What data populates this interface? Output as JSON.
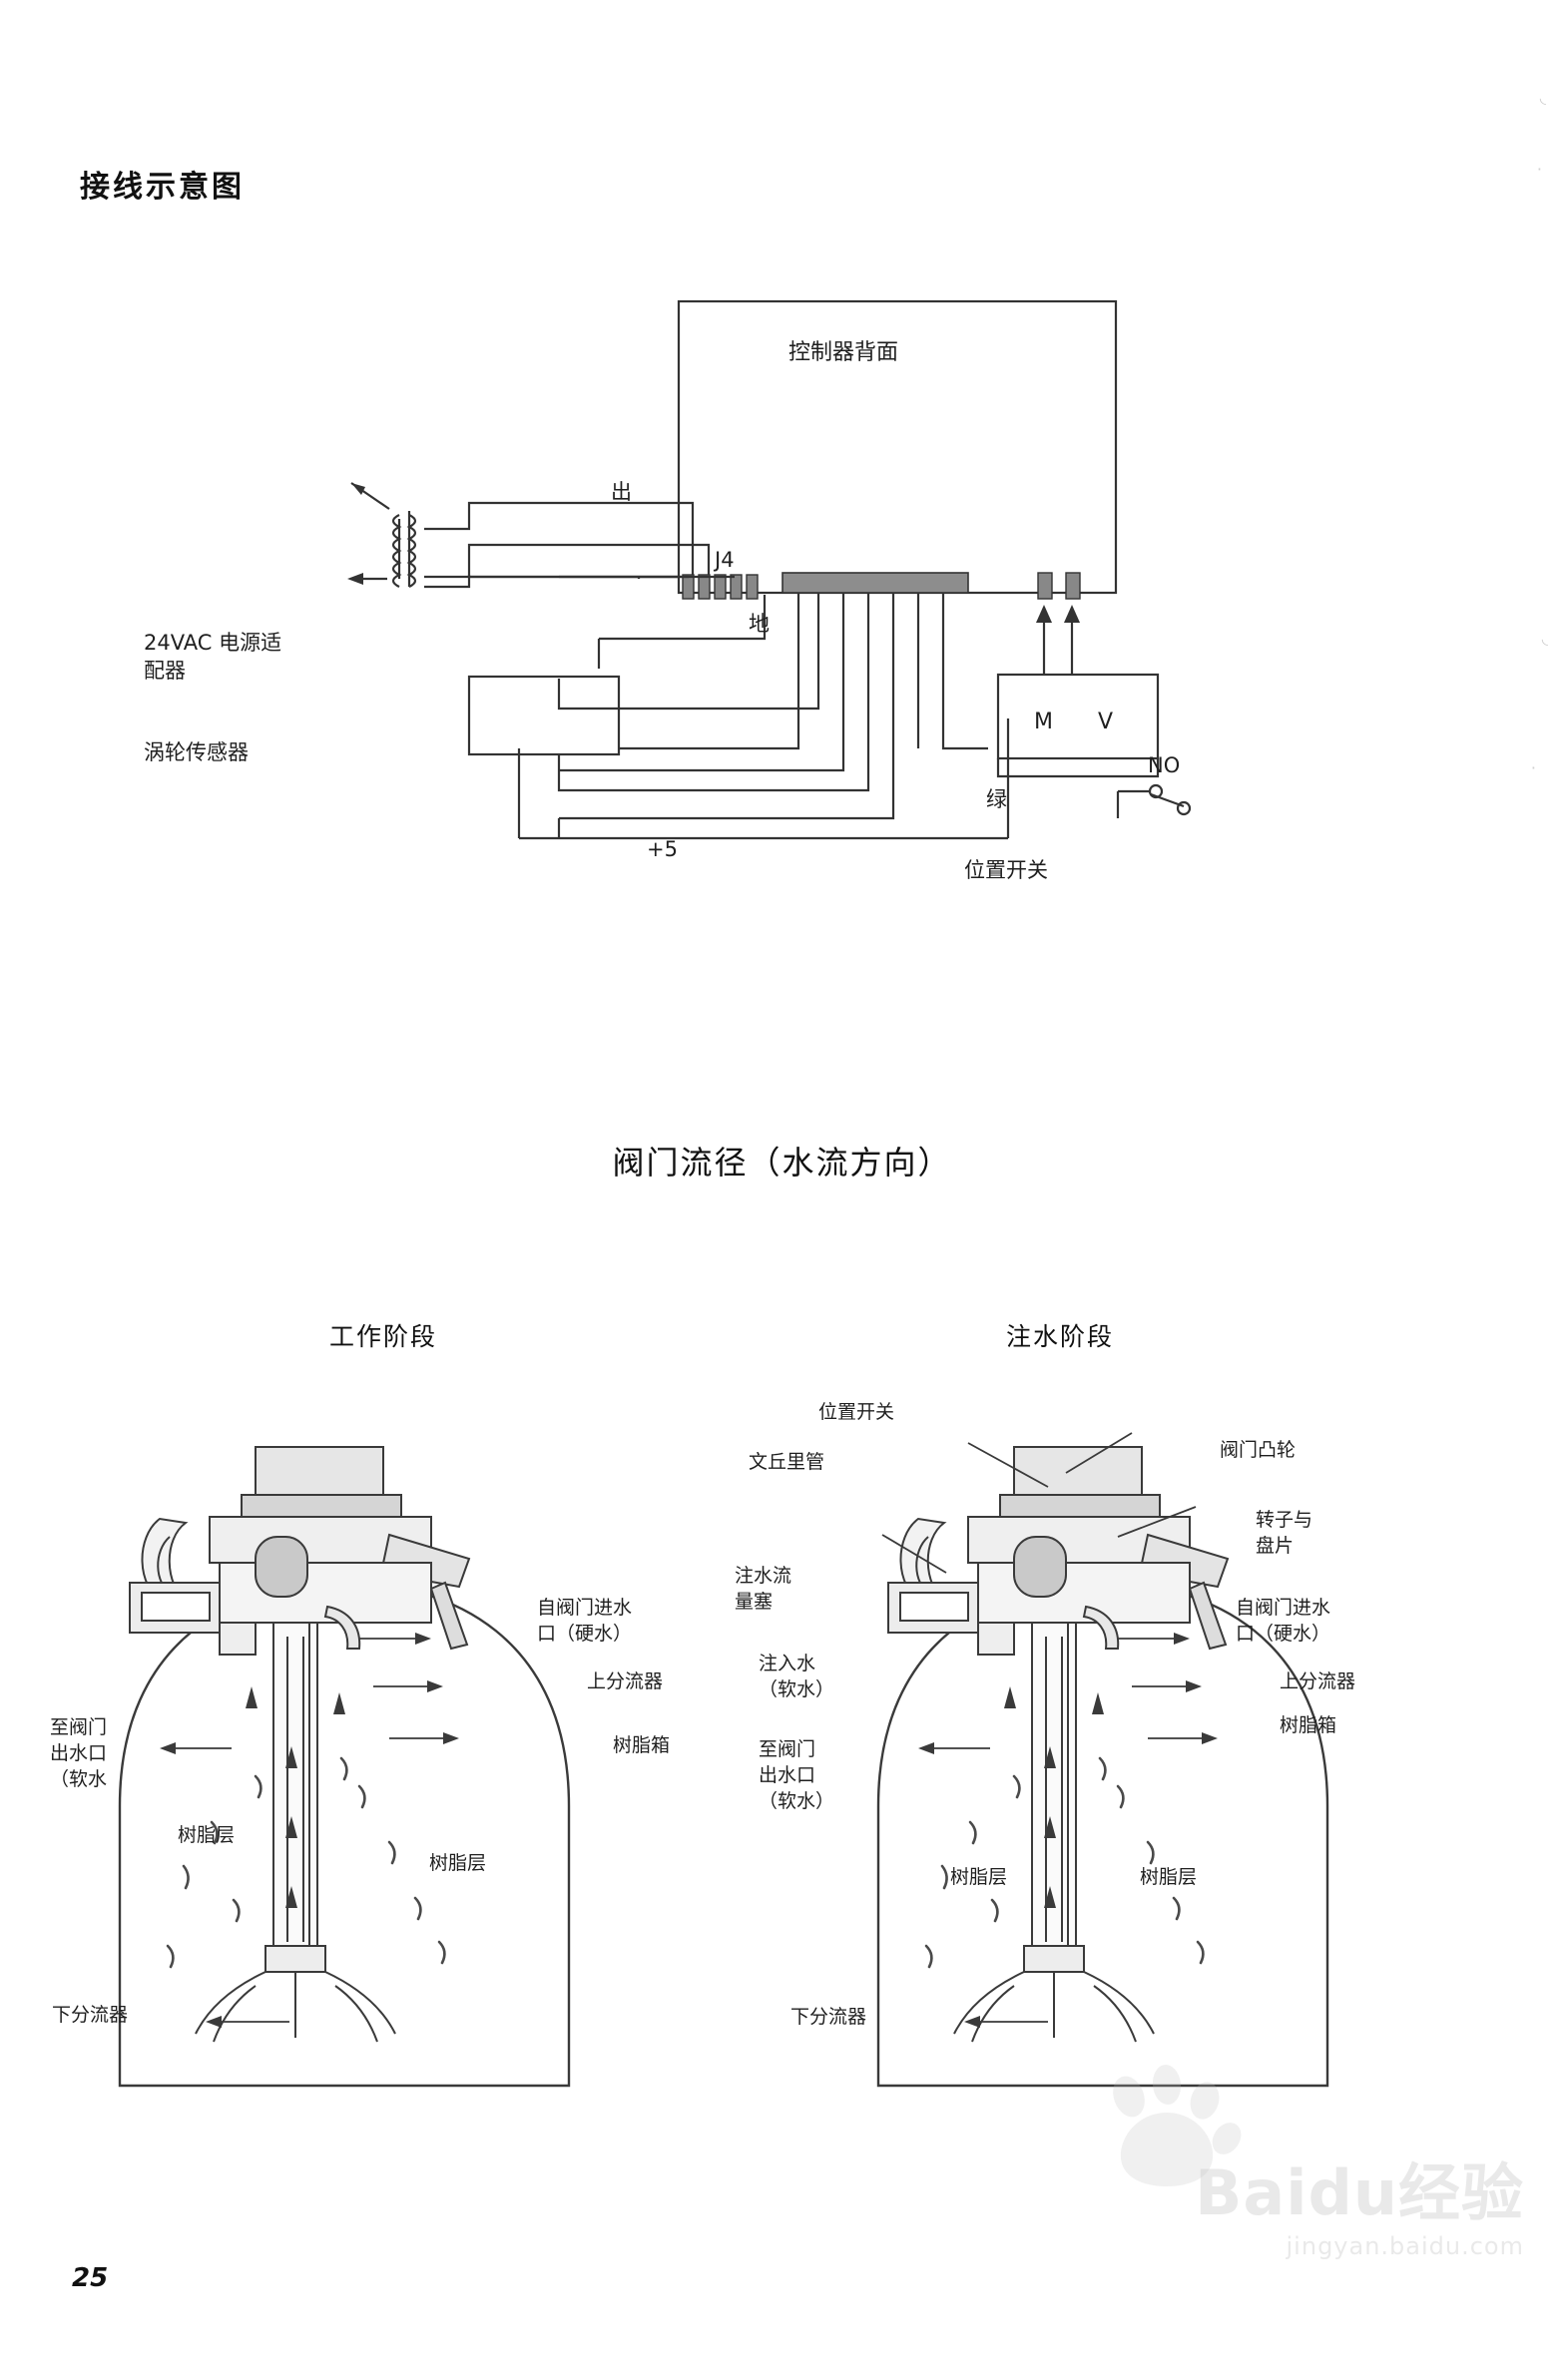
{
  "page": {
    "number": "25",
    "section_title": "接线示意图",
    "middle_title": "阀门流径（水流方向）"
  },
  "wiring": {
    "controller_back": "控制器背面",
    "connector": "J4",
    "power_adapter": "24VAC 电源适\n配器",
    "turbine_sensor": "涡轮传感器",
    "out": "出",
    "ground": "地",
    "plus5": "+5",
    "green": "绿",
    "motor": "M",
    "valve": "V",
    "position_switch": "位置开关",
    "no": "NO"
  },
  "valve": {
    "stage_left": "工作阶段",
    "stage_right": "注水阶段",
    "left_labels": {
      "inlet": "自阀门进水\n口（硬水）",
      "to_outlet": "至阀门\n出水口\n（软水",
      "upper_distributor": "上分流器",
      "resin_tank": "树脂箱",
      "resin_layer_1": "树脂层",
      "resin_layer_2": "树脂层",
      "lower_distributor": "下分流器"
    },
    "right_labels": {
      "position_switch": "位置开关",
      "venturi_tube": "文丘里管",
      "valve_cam": "阀门凸轮",
      "rotor_disc": "转子与\n盘片",
      "inlet": "自阀门进水\n口（硬水）",
      "flow_plug": "注水流\n量塞",
      "brine_in": "注入水\n（软水）",
      "to_outlet": "至阀门\n出水口\n（软水）",
      "upper_distributor": "上分流器",
      "resin_tank": "树脂箱",
      "resin_layer_1": "树脂层",
      "resin_layer_2": "树脂层",
      "lower_distributor": "下分流器"
    }
  },
  "watermark": {
    "brand": "Baidu经验",
    "url": "jingyan.baidu.com"
  },
  "marks": {
    "m1": "↖",
    "m2": "·",
    "m3": "·"
  }
}
